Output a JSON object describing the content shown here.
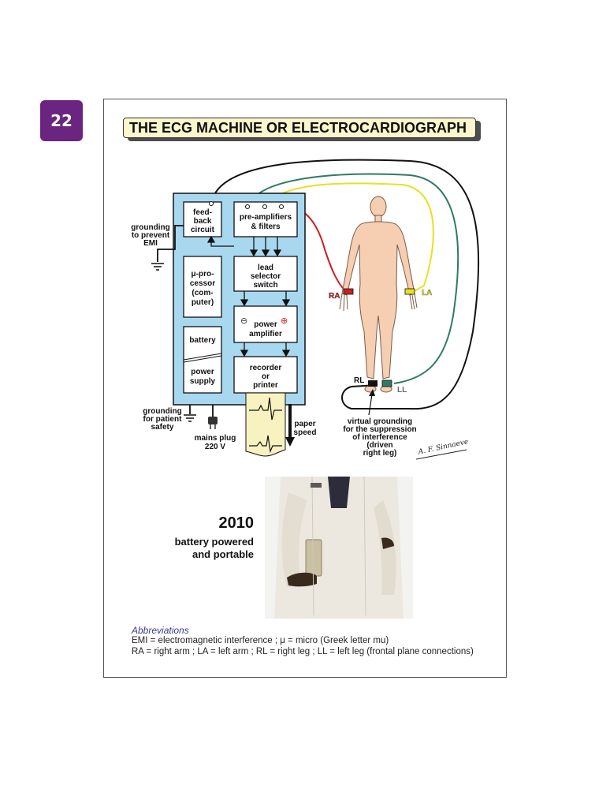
{
  "page_number": "22",
  "title": "THE ECG MACHINE OR ELECTROCARDIOGRAPH",
  "blocks": {
    "feedback": [
      "feed-",
      "back",
      "circuit"
    ],
    "preamp": [
      "pre-amplifiers",
      "& filters"
    ],
    "processor": [
      "μ-pro-",
      "cessor",
      "(com-",
      "puter)"
    ],
    "lead_selector": [
      "lead",
      "selector",
      "switch"
    ],
    "power_amp": [
      "power",
      "amplifier"
    ],
    "battery": "battery",
    "power_supply": [
      "power",
      "supply"
    ],
    "recorder": [
      "recorder",
      "or",
      "printer"
    ]
  },
  "labels": {
    "grounding_emi": [
      "grounding",
      "to prevent",
      "EMI"
    ],
    "grounding_patient": [
      "grounding",
      "for patient",
      "safety"
    ],
    "mains_plug": [
      "mains plug",
      "220 V"
    ],
    "paper_speed": [
      "paper",
      "speed"
    ],
    "virtual_grounding": [
      "virtual grounding",
      "for the suppression",
      "of interference",
      "(driven",
      "right leg)"
    ],
    "signature": "A. F. Sinnaeve",
    "minus": "⊖",
    "plus": "⊕"
  },
  "electrodes": {
    "ra": "RA",
    "la": "LA",
    "rl": "RL",
    "ll": "LL"
  },
  "colors": {
    "machine_bg": "#a8d8f0",
    "ra_wire": "#cc1f1f",
    "la_wire": "#e8e020",
    "ll_wire": "#2f7a62",
    "rl_wire": "#111111",
    "skin": "#f6cfb2",
    "badge": "#6b2580"
  },
  "photo_caption": {
    "year": "2010",
    "line1": "battery powered",
    "line2": "and portable"
  },
  "abbreviations": {
    "title": "Abbreviations",
    "line1": "EMI = electromagnetic interference ; μ = micro (Greek letter mu)",
    "line2": "RA = right arm ; LA = left arm ; RL = right leg ; LL = left leg (frontal plane connections)"
  }
}
